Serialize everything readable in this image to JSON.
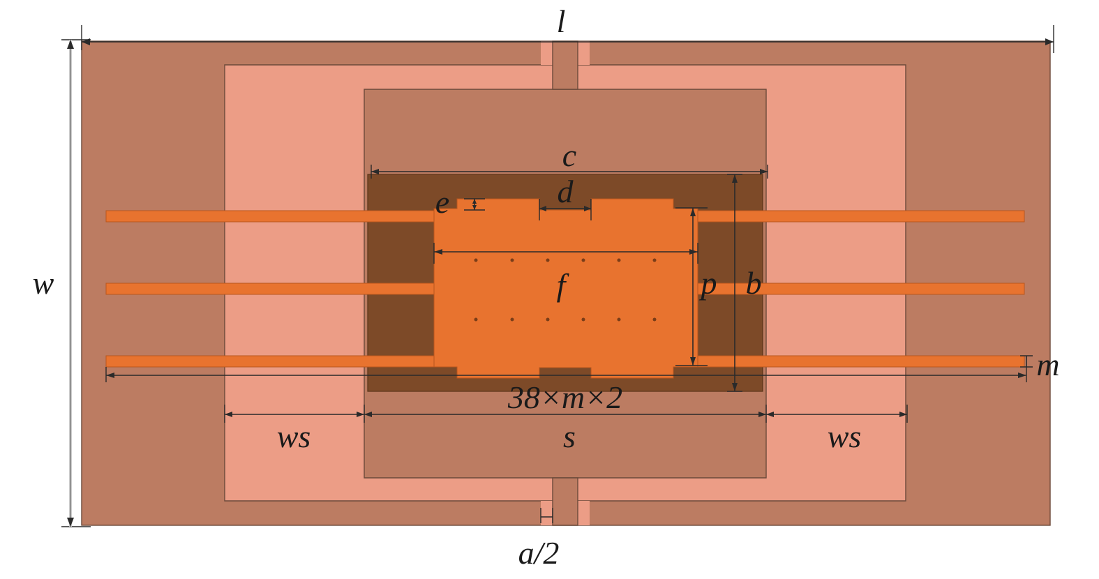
{
  "diagram": {
    "colors": {
      "substrate": "#bc7c62",
      "slot": "#ec9d86",
      "cavity": "#7d4a28",
      "metal": "#e8732f",
      "via": "#7a3d18",
      "dimension": "#2a2a2a"
    },
    "labels": {
      "l": "l",
      "w": "w",
      "c": "c",
      "d": "d",
      "e": "e",
      "f": "f",
      "p": "p",
      "b": "b",
      "m": "m",
      "strip_length": "38×m×2",
      "ws_left": "ws",
      "s": "s",
      "ws_right": "ws",
      "a_half": "a/2"
    }
  }
}
